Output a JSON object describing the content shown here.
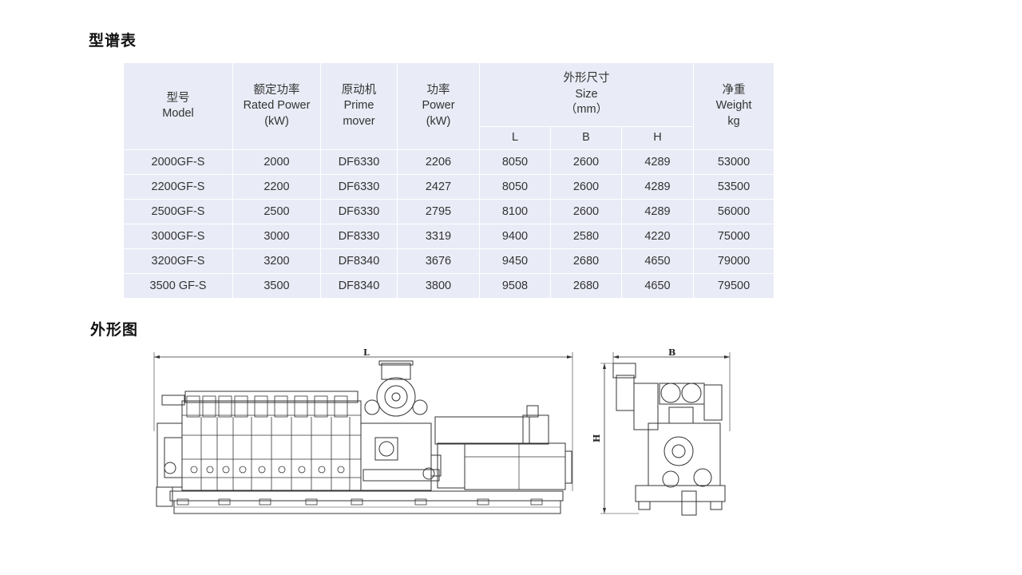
{
  "sections": {
    "spec_title": "型谱表",
    "drawing_title": "外形图"
  },
  "table": {
    "headers": {
      "model": [
        "型号",
        "Model"
      ],
      "rated_power": [
        "额定功率",
        "Rated Power",
        "(kW)"
      ],
      "prime_mover": [
        "原动机",
        "Prime",
        "mover"
      ],
      "power": [
        "功率",
        "Power",
        "(kW)"
      ],
      "size": [
        "外形尺寸",
        "Size",
        "（mm）"
      ],
      "size_L": "L",
      "size_B": "B",
      "size_H": "H",
      "weight": [
        "净重",
        "Weight",
        "kg"
      ]
    },
    "rows": [
      {
        "model": "2000GF-S",
        "rated_power": "2000",
        "prime_mover": "DF6330",
        "power": "2206",
        "L": "8050",
        "B": "2600",
        "H": "4289",
        "weight": "53000"
      },
      {
        "model": "2200GF-S",
        "rated_power": "2200",
        "prime_mover": "DF6330",
        "power": "2427",
        "L": "8050",
        "B": "2600",
        "H": "4289",
        "weight": "53500"
      },
      {
        "model": "2500GF-S",
        "rated_power": "2500",
        "prime_mover": "DF6330",
        "power": "2795",
        "L": "8100",
        "B": "2600",
        "H": "4289",
        "weight": "56000"
      },
      {
        "model": "3000GF-S",
        "rated_power": "3000",
        "prime_mover": "DF8330",
        "power": "3319",
        "L": "9400",
        "B": "2580",
        "H": "4220",
        "weight": "75000"
      },
      {
        "model": "3200GF-S",
        "rated_power": "3200",
        "prime_mover": "DF8340",
        "power": "3676",
        "L": "9450",
        "B": "2680",
        "H": "4650",
        "weight": "79000"
      },
      {
        "model": "3500 GF-S",
        "rated_power": "3500",
        "prime_mover": "DF8340",
        "power": "3800",
        "L": "9508",
        "B": "2680",
        "H": "4650",
        "weight": "79500"
      }
    ]
  },
  "drawing": {
    "dim_length": "L",
    "dim_width": "B",
    "dim_height": "H"
  }
}
